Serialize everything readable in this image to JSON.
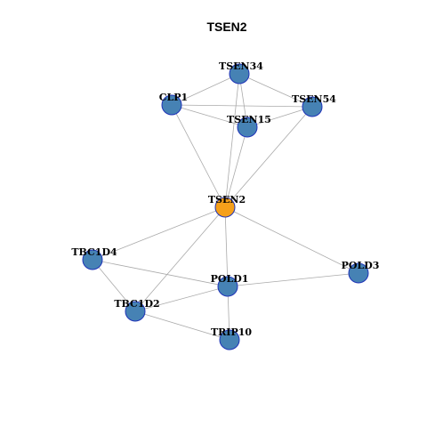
{
  "title": "TSEN2",
  "colors": {
    "node_fill": "#4682B4",
    "focus_fill": "#F5A01A",
    "node_stroke": "#1F33B8",
    "edge": "#AAAAAA"
  },
  "nodes": [
    {
      "id": "TSEN2",
      "label": "TSEN2",
      "focus": true
    },
    {
      "id": "TSEN34",
      "label": "TSEN34",
      "focus": false
    },
    {
      "id": "CLP1",
      "label": "CLP1",
      "focus": false
    },
    {
      "id": "TSEN54",
      "label": "TSEN54",
      "focus": false
    },
    {
      "id": "TSEN15",
      "label": "TSEN15",
      "focus": false
    },
    {
      "id": "TBC1D4",
      "label": "TBC1D4",
      "focus": false
    },
    {
      "id": "POLD1",
      "label": "POLD1",
      "focus": false
    },
    {
      "id": "POLD3",
      "label": "POLD3",
      "focus": false
    },
    {
      "id": "TBC1D2",
      "label": "TBC1D2",
      "focus": false
    },
    {
      "id": "TRIP10",
      "label": "TRIP10",
      "focus": false
    }
  ],
  "edges": [
    [
      "TSEN34",
      "CLP1"
    ],
    [
      "TSEN34",
      "TSEN54"
    ],
    [
      "TSEN34",
      "TSEN15"
    ],
    [
      "TSEN34",
      "TSEN2"
    ],
    [
      "CLP1",
      "TSEN54"
    ],
    [
      "CLP1",
      "TSEN15"
    ],
    [
      "CLP1",
      "TSEN2"
    ],
    [
      "TSEN15",
      "TSEN54"
    ],
    [
      "TSEN15",
      "TSEN2"
    ],
    [
      "TSEN54",
      "TSEN2"
    ],
    [
      "TSEN2",
      "TBC1D4"
    ],
    [
      "TSEN2",
      "POLD1"
    ],
    [
      "TSEN2",
      "POLD3"
    ],
    [
      "TSEN2",
      "TBC1D2"
    ],
    [
      "TBC1D4",
      "POLD1"
    ],
    [
      "TBC1D4",
      "TBC1D2"
    ],
    [
      "POLD1",
      "POLD3"
    ],
    [
      "POLD1",
      "TBC1D2"
    ],
    [
      "POLD1",
      "TRIP10"
    ],
    [
      "TBC1D2",
      "TRIP10"
    ]
  ]
}
